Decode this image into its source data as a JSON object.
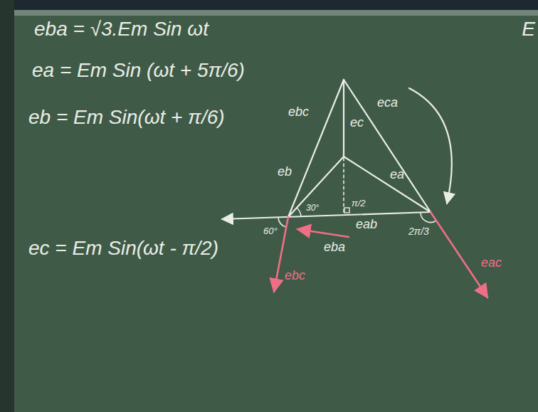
{
  "diagram": {
    "labels": [
      "eba = √3.Em Sin ωt",
      "ea = Em Sin (ωt + 5π/6)",
      "eb = Em Sin(ωt + π/6)",
      "ec = Em Sin(ωt - π/2)",
      "E",
      "ebc",
      "ec",
      "eca",
      "eb",
      "ea",
      "30°",
      "π/2",
      "eab",
      "eba",
      "2π/3",
      "60°",
      "ebc",
      "eac"
    ]
  }
}
